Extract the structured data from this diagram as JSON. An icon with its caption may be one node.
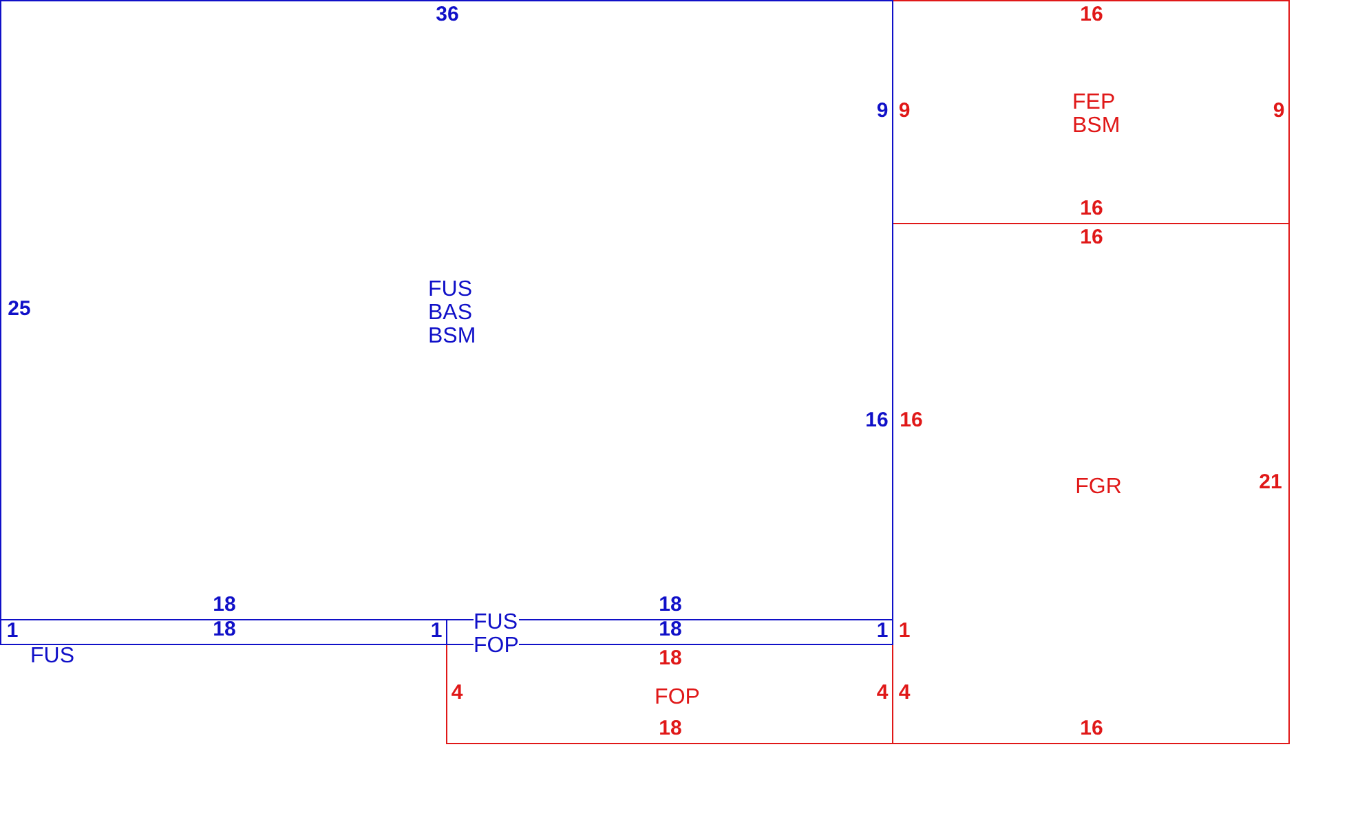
{
  "diagram": {
    "nodes": [
      {
        "text": [
          "36",
          "9",
          "FUS BAS BSM",
          "25",
          "16",
          "18",
          "18"
        ]
      },
      {
        "text": [
          "1",
          "18",
          "1",
          "FUS"
        ]
      },
      {
        "text": [
          "FUS FOP",
          "18",
          "1"
        ]
      },
      {
        "text": [
          "18",
          "4",
          "FOP",
          "4",
          "18"
        ]
      },
      {
        "text": [
          "16",
          "9",
          "FEP BSM",
          "9",
          "16"
        ]
      },
      {
        "text": [
          "16",
          "16",
          "21",
          "FGR",
          "1",
          "4",
          "16"
        ]
      }
    ]
  }
}
